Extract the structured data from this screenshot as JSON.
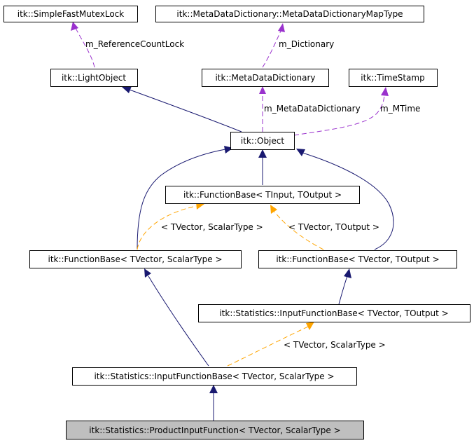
{
  "colors": {
    "inheritance": "#191970",
    "template": "#ffa500",
    "member": "#9a32cd",
    "highlight_fill": "#bfbfbf"
  },
  "nodes": {
    "simple_fast_mutex_lock": "itk::SimpleFastMutexLock",
    "meta_data_dictionary_map_type": "itk::MetaDataDictionary::MetaDataDictionaryMapType",
    "light_object": "itk::LightObject",
    "meta_data_dictionary": "itk::MetaDataDictionary",
    "time_stamp": "itk::TimeStamp",
    "object": "itk::Object",
    "function_base_tinput_toutput": "itk::FunctionBase< TInput, TOutput >",
    "function_base_tvector_scalartype": "itk::FunctionBase< TVector, ScalarType >",
    "function_base_tvector_toutput": "itk::FunctionBase< TVector, TOutput >",
    "input_function_base_tvector_toutput": "itk::Statistics::InputFunctionBase< TVector, TOutput >",
    "input_function_base_tvector_scalartype": "itk::Statistics::InputFunctionBase< TVector, ScalarType >",
    "product_input_function": "itk::Statistics::ProductInputFunction< TVector, ScalarType >"
  },
  "edge_labels": {
    "reference_count_lock": "m_ReferenceCountLock",
    "dictionary": "m_Dictionary",
    "meta_data_dictionary": "m_MetaDataDictionary",
    "mtime": "m_MTime",
    "tvector_scalartype_1": "< TVector, ScalarType >",
    "tvector_toutput": "< TVector, TOutput >",
    "tvector_scalartype_2": "< TVector, ScalarType >"
  }
}
